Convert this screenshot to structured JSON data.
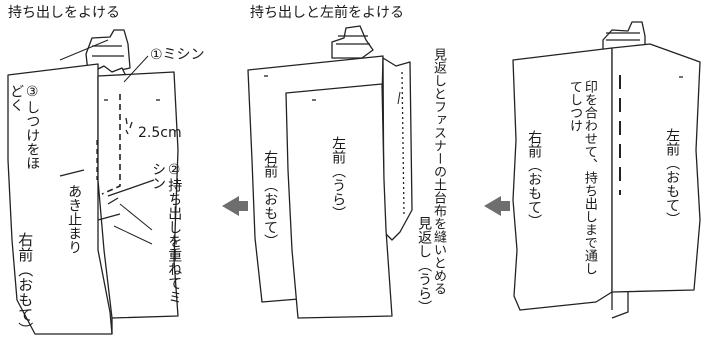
{
  "panel_left": {
    "caption": "持ち出しをよける",
    "step1": "①ミシン",
    "step3": "③しつけをほどく",
    "measure": "2.5cm",
    "step2": "②持ち出しを重ねてミシン",
    "stop": "あき止まり",
    "right_front_face": "右前（おもて）"
  },
  "panel_middle": {
    "caption": "持ち出しと左前をよける",
    "right_front_face": "右前（おもて）",
    "left_front_back": "左前（うら）",
    "facing_note": "見返しとファスナーの土台布を縫いとめる",
    "facing_back": "見返し（うら）"
  },
  "panel_right": {
    "baste_note": "印を合わせて、持ち出しまで通してしつけ",
    "right_front_face": "右前（おもて）",
    "left_front_face": "左前（おもて）"
  },
  "arrows": {
    "color": "#6e6e6e"
  }
}
